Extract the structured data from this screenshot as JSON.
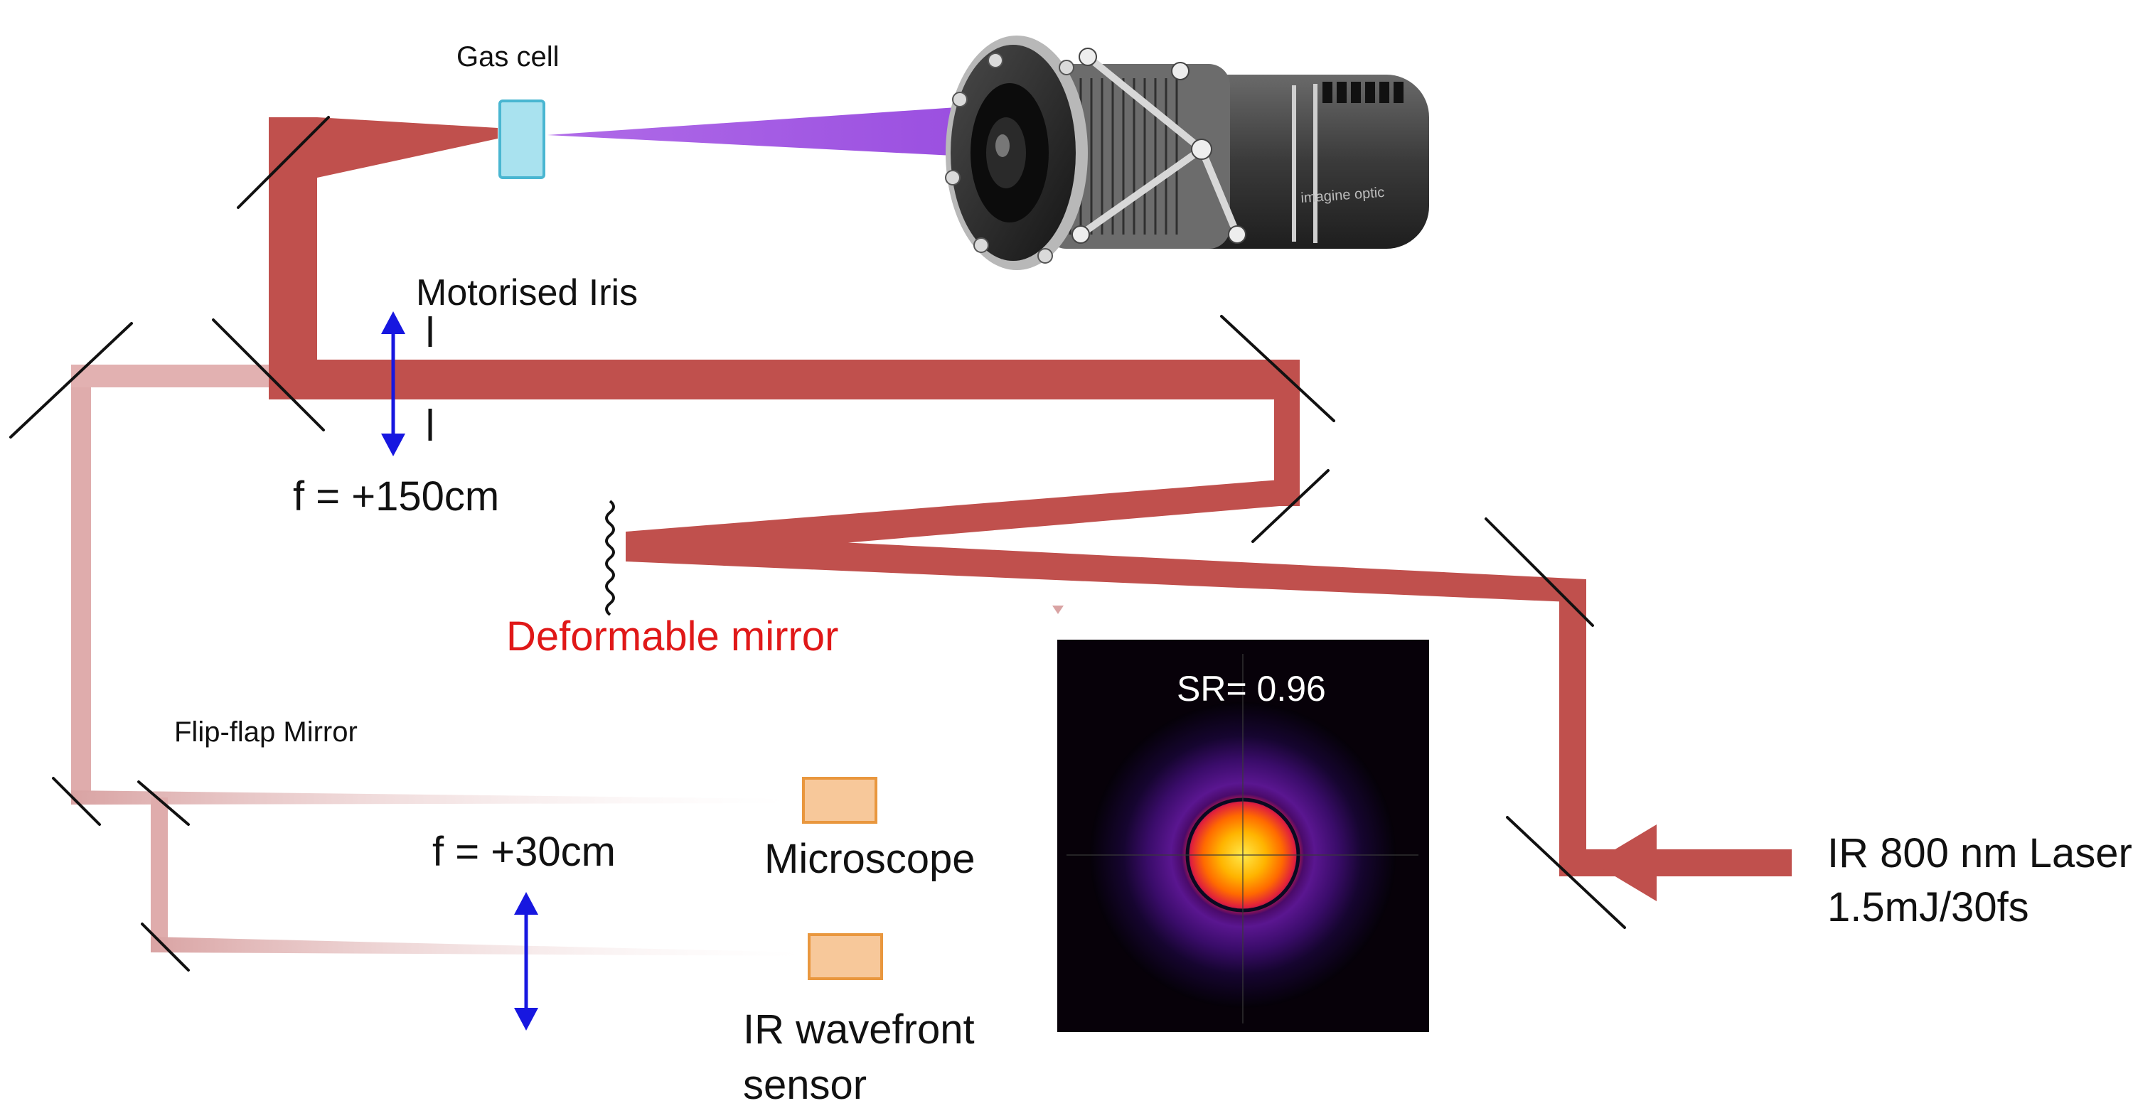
{
  "labels": {
    "gas_cell": "Gas cell",
    "motorised_iris": "Motorised Iris",
    "lens_150": "f = +150cm",
    "deformable_mirror": "Deformable mirror",
    "flip_flap_mirror": "Flip-flap Mirror",
    "lens_30": "f = +30cm",
    "microscope": "Microscope",
    "ir_wavefront_sensor": "IR wavefront\nsensor",
    "laser_line1": "IR 800 nm Laser",
    "laser_line2": "1.5mJ/30fs",
    "strehl_ratio": "SR= 0.96"
  },
  "camera_logo_text": "imagine optic",
  "colors": {
    "main_beam": "#c0504d",
    "faint_beam": "#dfa8a8",
    "xuv_beam": "#a85be8",
    "lens_arrow": "#1717e0",
    "component_box": "#f7c89a",
    "component_box_border": "#e9973e",
    "gas_cell_fill": "#a9e2ef",
    "gas_cell_border": "#49b6d1",
    "deformable_label": "#e01818"
  }
}
